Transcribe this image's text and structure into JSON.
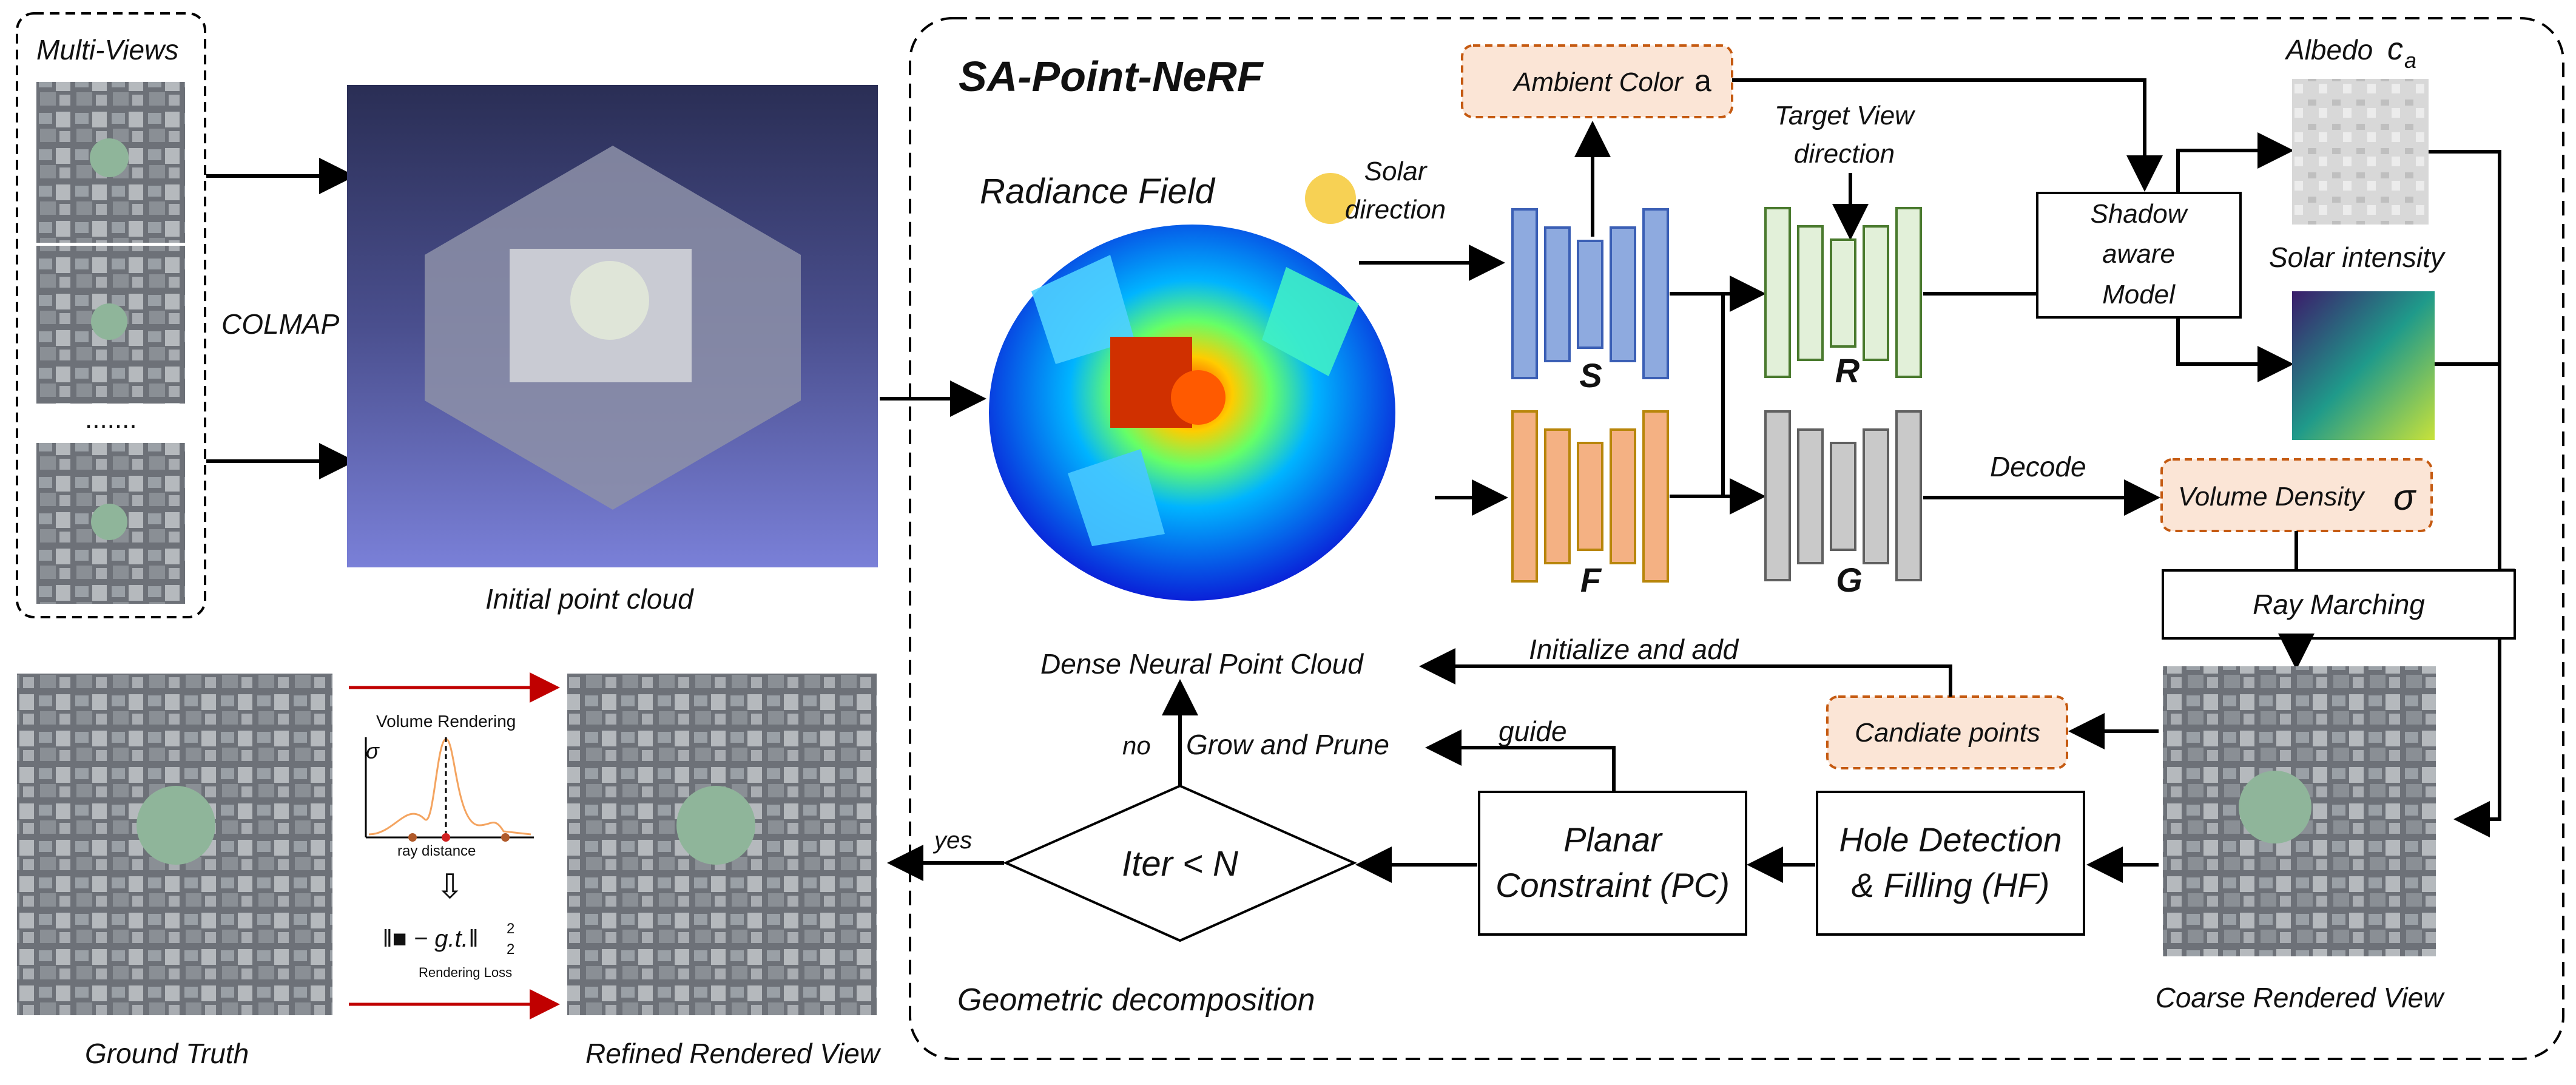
{
  "title": "SA-Point-NeRF",
  "multi_views_label": "Multi-Views",
  "multi_views_ellipsis": ".......",
  "colmap_label": "COLMAP",
  "initial_point_cloud_label": "Initial point cloud",
  "radiance_field_label": "Radiance Field",
  "solar_direction_line1": "Solar",
  "solar_direction_line2": "direction",
  "target_view_line1": "Target View",
  "target_view_line2": "direction",
  "ambient_color_label": "Ambient Color",
  "ambient_color_symbol": "a",
  "albedo_label": "Albedo",
  "albedo_symbol": "c",
  "albedo_subscript": "a",
  "solar_intensity_label": "Solar intensity",
  "shadow_model_line1": "Shadow",
  "shadow_model_line2": "aware",
  "shadow_model_line3": "Model",
  "net_s": "S",
  "net_r": "R",
  "net_f": "F",
  "net_g": "G",
  "decode_label": "Decode",
  "volume_density_label": "Volume Density",
  "volume_density_symbol": "σ",
  "ray_marching_label": "Ray Marching",
  "dense_cloud_label": "Dense Neural Point Cloud",
  "initialize_add_label": "Initialize and add",
  "candidate_points_label": "Candiate points",
  "no_label": "no",
  "grow_prune_label": "Grow and Prune",
  "guide_label": "guide",
  "yes_label": "yes",
  "iter_label": "Iter < N",
  "planar_line1": "Planar",
  "planar_line2": "Constraint (PC)",
  "hole_line1": "Hole Detection",
  "hole_line2": "& Filling (HF)",
  "geometric_label": "Geometric decomposition",
  "coarse_label": "Coarse Rendered View",
  "ground_truth_label": "Ground Truth",
  "refined_label": "Refined Rendered View",
  "vr_title": "Volume Rendering",
  "vr_sigma": "σ",
  "vr_xlabel": "ray distance",
  "vr_loss_expr": "‖■ − g.t.‖",
  "vr_loss_sup": "2",
  "vr_loss_sub": "2",
  "vr_loss_label": "Rendering Loss",
  "colors": {
    "net_blue_fill": "#8eaadf",
    "net_blue_stroke": "#3b5fb5",
    "net_green_fill": "#e2f0d9",
    "net_green_stroke": "#4a7a2e",
    "net_orange_fill": "#f4b183",
    "net_orange_stroke": "#b8860b",
    "net_gray_fill": "#c9c9c9",
    "net_gray_stroke": "#606060",
    "tag_fill": "#fbe5d6",
    "tag_stroke": "#c55a11",
    "sun": "#f7d154",
    "red_arrow": "#c00000"
  }
}
